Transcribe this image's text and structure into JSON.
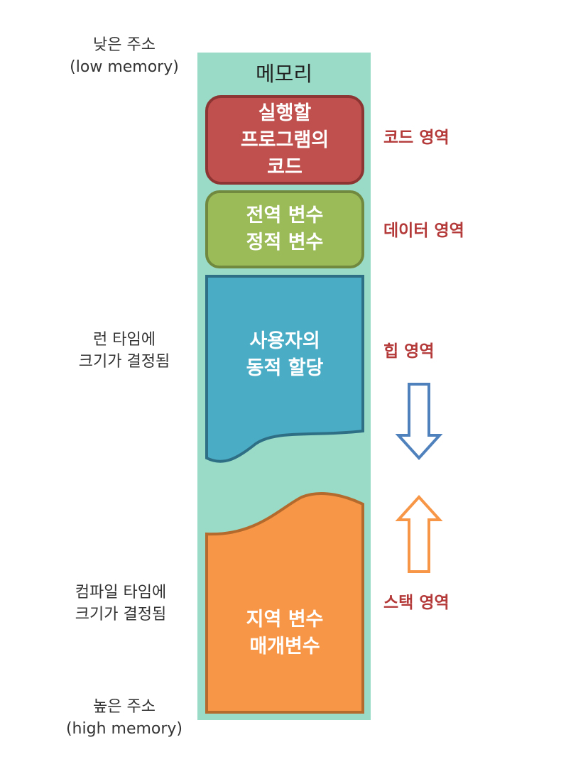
{
  "memory": {
    "title": "메모리",
    "background": "#99dbc6",
    "blocks": {
      "code": {
        "text": "실행할\n프로그램의\n코드",
        "fill": "#c0504d",
        "stroke": "#8c3533"
      },
      "data": {
        "text": "전역 변수\n정적 변수",
        "fill": "#9bbb59",
        "stroke": "#71893f"
      },
      "heap": {
        "text": "사용자의\n동적 할당",
        "fill": "#4bacc6",
        "stroke": "#2e6f86"
      },
      "stack": {
        "text": "지역 변수\n매개변수",
        "fill": "#f79646",
        "stroke": "#b46a2c"
      }
    }
  },
  "left_labels": {
    "low_address": "낮은 주소\n(low memory)",
    "runtime": "런 타임에\n크기가 결정됨",
    "compile_time": "컴파일 타임에\n크기가 결정됨",
    "high_address": "높은 주소\n(high memory)"
  },
  "region_labels": {
    "code": "코드 영역",
    "data": "데이터 영역",
    "heap": "힙 영역",
    "stack": "스택 영역",
    "color": "#b43a3a"
  },
  "arrows": {
    "heap_direction": "down",
    "heap_color": "#4f81bd",
    "stack_direction": "up",
    "stack_color": "#f79646"
  }
}
